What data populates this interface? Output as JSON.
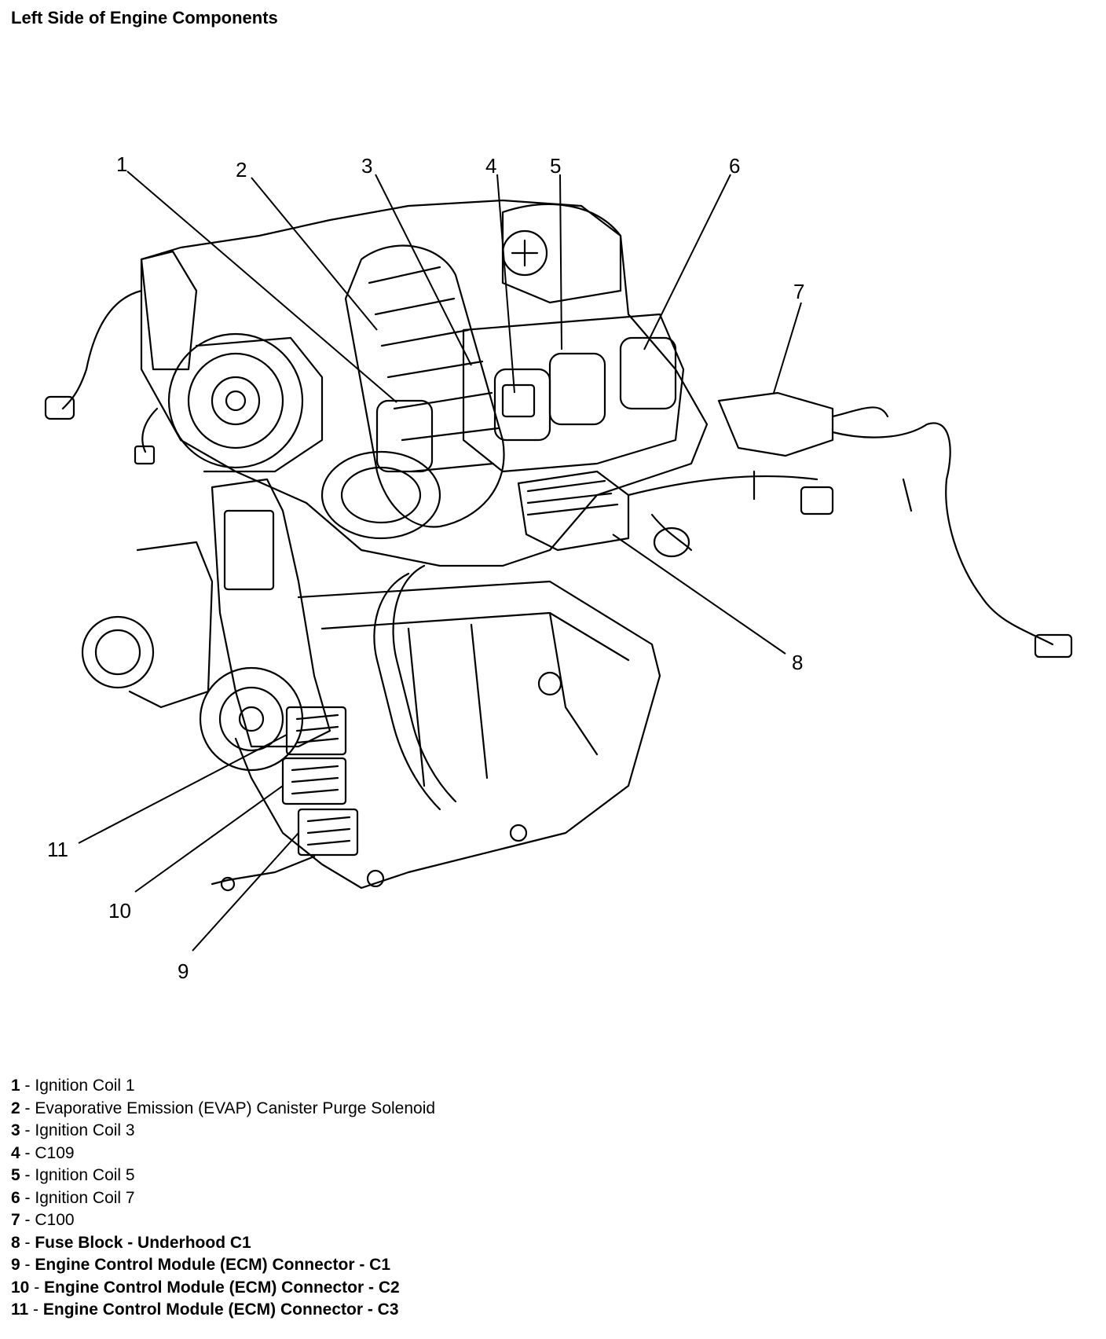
{
  "title": "Left Side of Engine Components",
  "callouts": [
    "1",
    "2",
    "3",
    "4",
    "5",
    "6",
    "7",
    "8",
    "9",
    "10",
    "11"
  ],
  "legend": [
    {
      "num": "1",
      "sep": " - ",
      "label": "Ignition Coil 1",
      "label_bold": ""
    },
    {
      "num": "2",
      "sep": " - ",
      "label": "Evaporative Emission (EVAP) Canister Purge Solenoid",
      "label_bold": ""
    },
    {
      "num": "3",
      "sep": " - ",
      "label": "Ignition Coil 3",
      "label_bold": ""
    },
    {
      "num": "4",
      "sep": " - ",
      "label": "C109",
      "label_bold": ""
    },
    {
      "num": "5",
      "sep": " - ",
      "label": "Ignition Coil 5",
      "label_bold": ""
    },
    {
      "num": "6",
      "sep": " - ",
      "label": "Ignition Coil 7",
      "label_bold": ""
    },
    {
      "num": "7",
      "sep": " - ",
      "label": "C100",
      "label_bold": ""
    },
    {
      "num": "8",
      "sep": " - ",
      "label": "",
      "label_bold": "Fuse Block - Underhood C1"
    },
    {
      "num": "9",
      "sep": " - ",
      "label": "",
      "label_bold": "Engine Control Module (ECM) Connector - C1"
    },
    {
      "num": "10",
      "sep": " - ",
      "label": "",
      "label_bold": "Engine Control Module (ECM) Connector - C2"
    },
    {
      "num": "11",
      "sep": " - ",
      "label": "",
      "label_bold": "Engine Control Module (ECM) Connector - C3"
    }
  ]
}
